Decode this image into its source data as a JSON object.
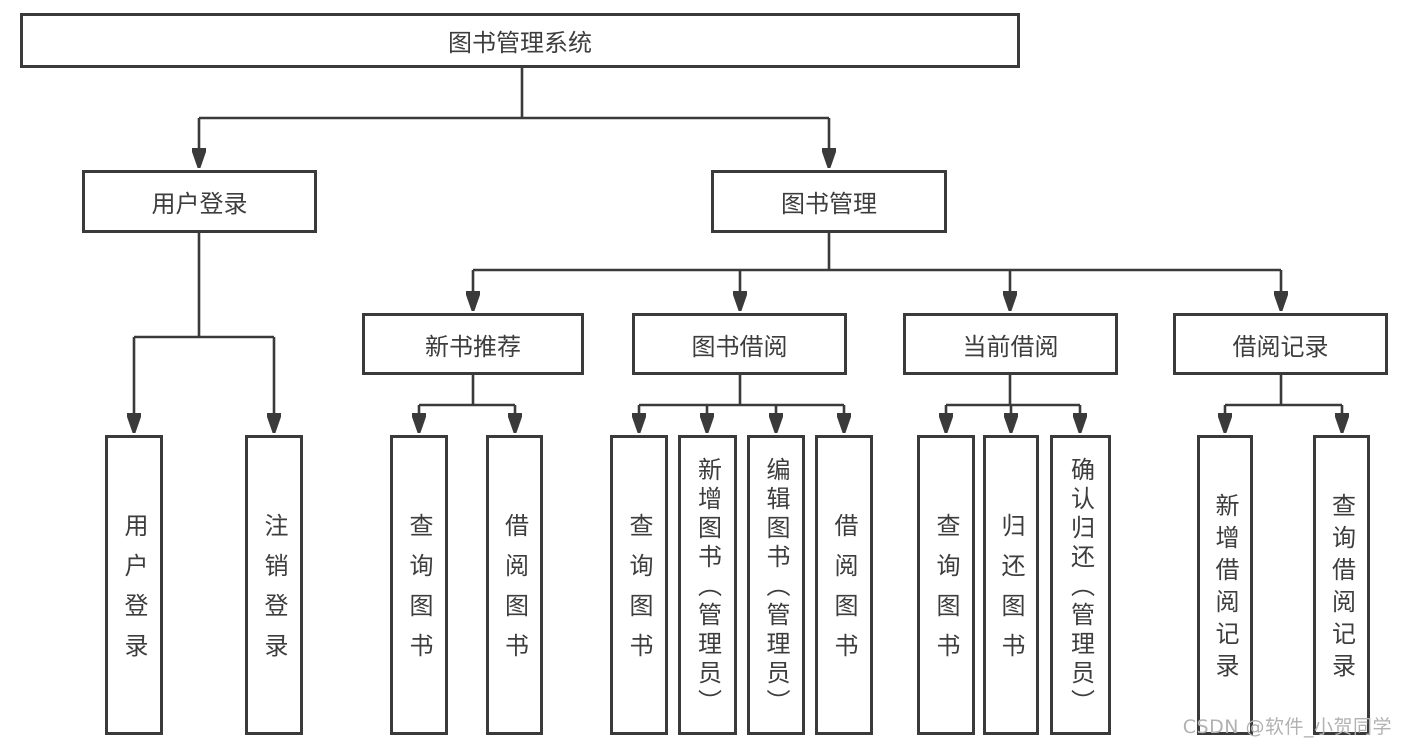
{
  "root": {
    "label": "图书管理系统"
  },
  "level2": {
    "user_login": {
      "label": "用户登录"
    },
    "book_mgmt": {
      "label": "图书管理"
    }
  },
  "level3": {
    "new_book_recommend": {
      "label": "新书推荐"
    },
    "book_borrow": {
      "label": "图书借阅"
    },
    "current_borrow": {
      "label": "当前借阅"
    },
    "borrow_records": {
      "label": "借阅记录"
    }
  },
  "leaves": {
    "user_login": {
      "label": "用户登录"
    },
    "logout": {
      "label": "注销登录"
    },
    "nb_query_books": {
      "label": "查询图书"
    },
    "nb_borrow_books": {
      "label": "借阅图书"
    },
    "bw_query_books": {
      "label": "查询图书"
    },
    "bw_add_books": {
      "label": "新增图书（管理员）"
    },
    "bw_edit_books": {
      "label": "编辑图书（管理员）"
    },
    "bw_borrow_books": {
      "label": "借阅图书"
    },
    "cu_query_books": {
      "label": "查询图书"
    },
    "cu_return_books": {
      "label": "归还图书"
    },
    "cu_confirm_return": {
      "label": "确认归还（管理员）"
    },
    "rc_add_record": {
      "label": "新增借阅记录"
    },
    "rc_query_record": {
      "label": "查询借阅记录"
    }
  },
  "watermark": "CSDN @软件_小贺同学",
  "colors": {
    "line": "#3a3a3a",
    "text": "#3d3d3d",
    "watermark": "#b2b2b2",
    "background": "#ffffff"
  }
}
